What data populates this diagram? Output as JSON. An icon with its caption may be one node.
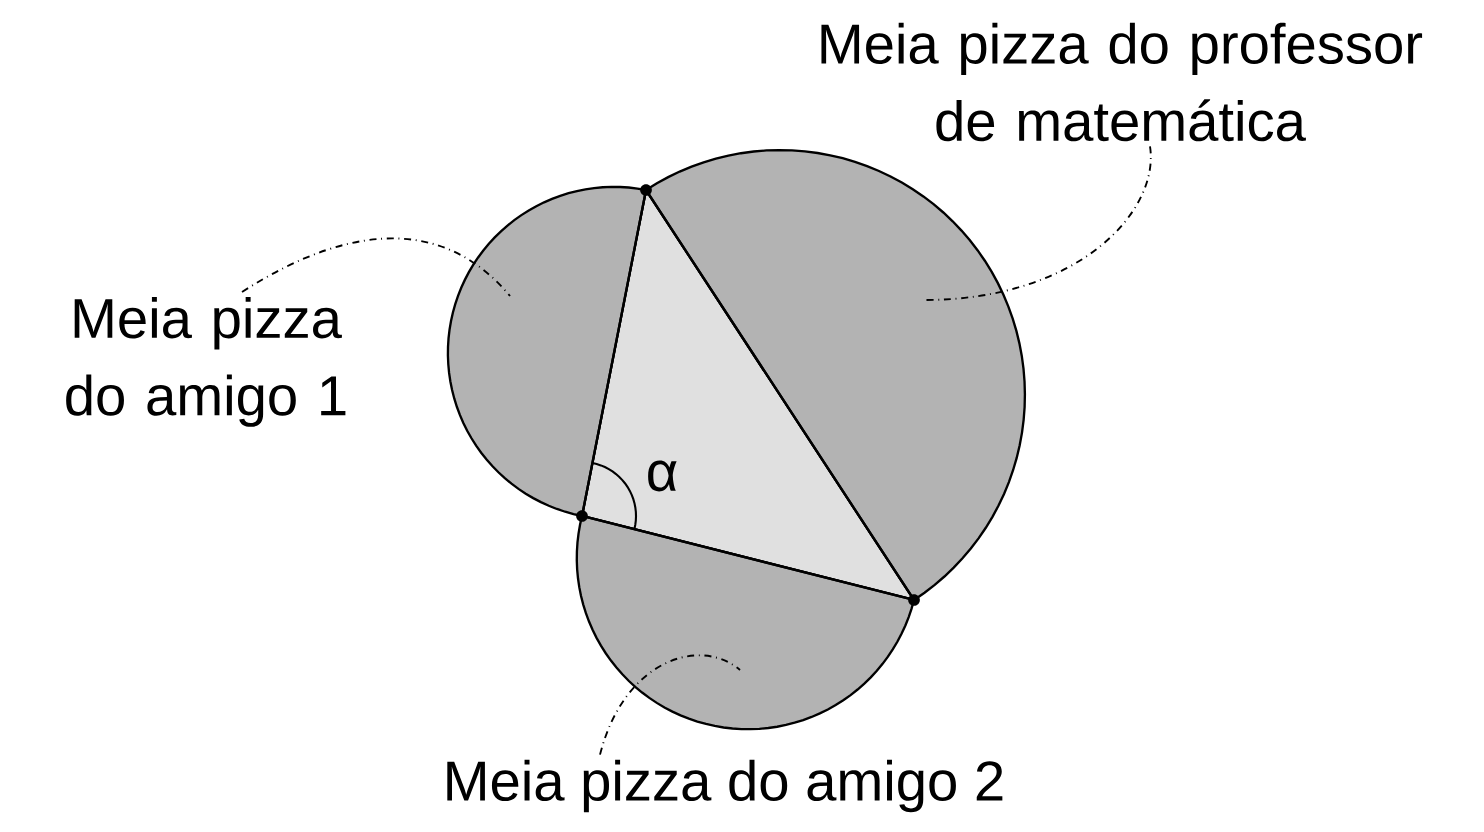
{
  "diagram": {
    "nodes": [
      {
        "text": [
          "Meia pizza do amigo 1"
        ]
      },
      {
        "text": [],
        "shape": "semicircle"
      },
      {
        "text": [
          "Meia pizza do professor de matemática"
        ]
      },
      {
        "text": [],
        "shape": "semicircle"
      },
      {
        "text": [
          "Meia pizza do amigo 2"
        ]
      },
      {
        "text": [],
        "shape": "semicircle"
      }
    ],
    "edges": [
      {
        "from": 0,
        "to": 1,
        "arrow": "none"
      },
      {
        "from": 2,
        "to": 3,
        "arrow": "none"
      },
      {
        "from": 4,
        "to": 5,
        "arrow": "none"
      }
    ],
    "labels": [
      "α"
    ]
  }
}
